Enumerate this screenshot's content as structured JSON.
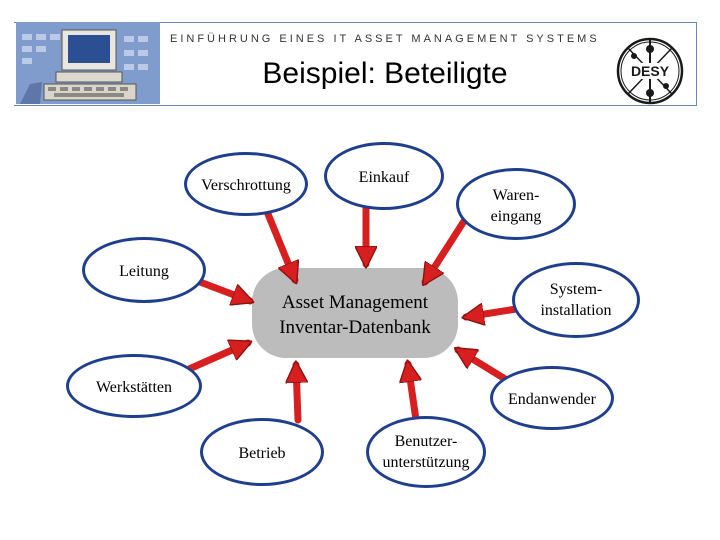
{
  "header": {
    "subtitle": "EINFÜHRUNG EINES IT ASSET MANAGEMENT SYSTEMS",
    "title": "Beispiel: Beteiligte",
    "logo_text": "DESY"
  },
  "colors": {
    "node_fill": "#1f3f8e",
    "node_border": "#1f3f8e",
    "node_inner": "#ffffff",
    "center_fill": "#bcbcbc",
    "arrow": "#d81f1f",
    "header_rule": "#6a86b8"
  },
  "diagram": {
    "center": {
      "line1": "Asset Management",
      "line2": "Inventar-Datenbank"
    },
    "nodes": [
      {
        "id": "verschrottung",
        "lines": [
          "Verschrottung"
        ]
      },
      {
        "id": "einkauf",
        "lines": [
          "Einkauf"
        ]
      },
      {
        "id": "wareneingang",
        "lines": [
          "Waren-",
          "eingang"
        ]
      },
      {
        "id": "leitung",
        "lines": [
          "Leitung"
        ]
      },
      {
        "id": "systeminstallation",
        "lines": [
          "System-",
          "installation"
        ]
      },
      {
        "id": "werkstaetten",
        "lines": [
          "Werkstätten"
        ]
      },
      {
        "id": "endanwender",
        "lines": [
          "Endanwender"
        ]
      },
      {
        "id": "betrieb",
        "lines": [
          "Betrieb"
        ]
      },
      {
        "id": "benutzerunterstuetzung",
        "lines": [
          "Benutzer-",
          "unterstützung"
        ]
      }
    ]
  }
}
